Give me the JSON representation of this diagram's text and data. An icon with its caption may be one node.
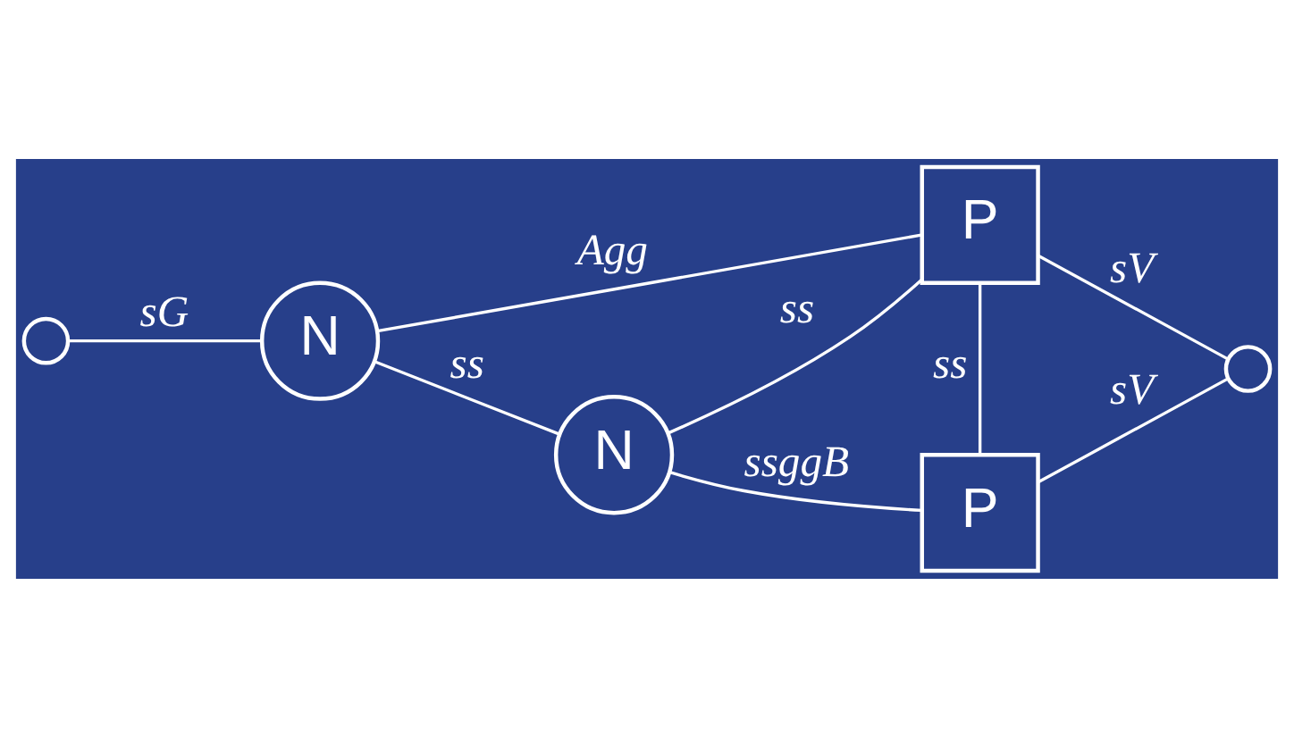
{
  "diagram": {
    "nodes": [
      {
        "text": [],
        "shape": "circle"
      },
      {
        "text": [
          "N"
        ]
      },
      {
        "text": [
          "N"
        ]
      },
      {
        "text": [
          "P"
        ]
      },
      {
        "text": [
          "P"
        ]
      },
      {
        "text": [],
        "shape": "circle"
      }
    ],
    "edges": [
      {
        "from": 0,
        "to": 1,
        "arrow": "none",
        "label": "sG"
      },
      {
        "from": 1,
        "to": 2,
        "arrow": "none",
        "label": "ss"
      },
      {
        "from": 1,
        "to": 3,
        "arrow": "none",
        "label": "Agg"
      },
      {
        "from": 2,
        "to": 3,
        "arrow": "none",
        "label": "ss"
      },
      {
        "from": 2,
        "to": 4,
        "arrow": "none",
        "label": "ssggB"
      },
      {
        "from": 3,
        "to": 4,
        "arrow": "none",
        "label": "ss"
      },
      {
        "from": 3,
        "to": 5,
        "arrow": "none",
        "label": "sV"
      },
      {
        "from": 4,
        "to": 5,
        "arrow": "none",
        "label": "sV"
      }
    ]
  }
}
